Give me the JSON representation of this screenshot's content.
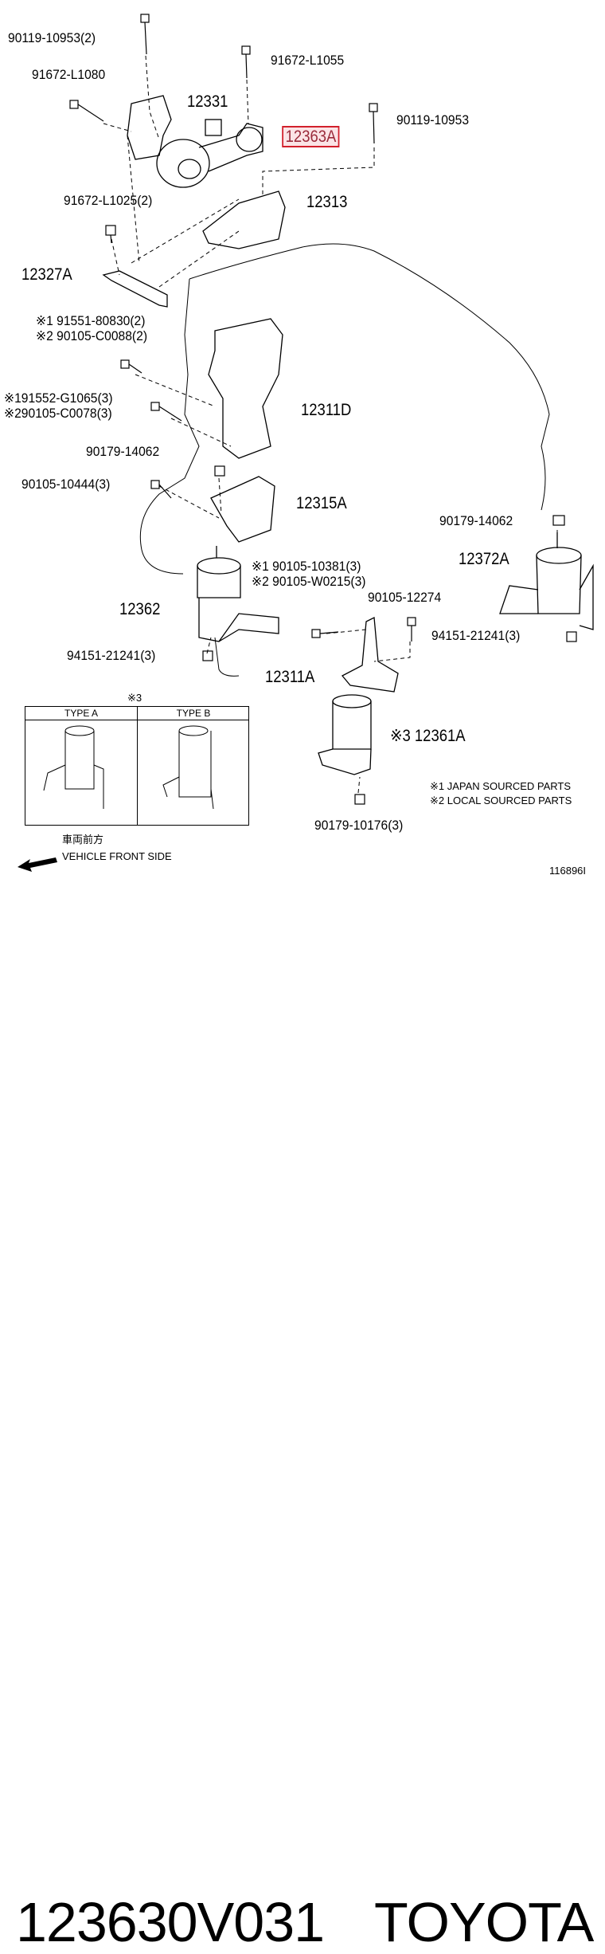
{
  "diagram": {
    "callouts": [
      {
        "id": "c1",
        "text": "90119-10953(2)"
      },
      {
        "id": "c2",
        "text": "91672-L1055"
      },
      {
        "id": "c3",
        "text": "91672-L1080"
      },
      {
        "id": "c4",
        "text": "12331"
      },
      {
        "id": "c5",
        "text": "12363A"
      },
      {
        "id": "c6",
        "text": "90119-10953"
      },
      {
        "id": "c7",
        "text": "91672-L1025(2)"
      },
      {
        "id": "c8",
        "text": "12313"
      },
      {
        "id": "c9",
        "text": "12327A"
      },
      {
        "id": "c10",
        "text": "※1 91551-80830(2)"
      },
      {
        "id": "c11",
        "text": "※2 90105-C0088(2)"
      },
      {
        "id": "c12",
        "text": "※191552-G1065(3)"
      },
      {
        "id": "c13",
        "text": "※290105-C0078(3)"
      },
      {
        "id": "c14",
        "text": "12311D"
      },
      {
        "id": "c15",
        "text": "90179-14062"
      },
      {
        "id": "c16",
        "text": "90105-10444(3)"
      },
      {
        "id": "c17",
        "text": "12315A"
      },
      {
        "id": "c18",
        "text": "90179-14062"
      },
      {
        "id": "c19",
        "text": "12372A"
      },
      {
        "id": "c20",
        "text": "※1 90105-10381(3)"
      },
      {
        "id": "c21",
        "text": "※2 90105-W0215(3)"
      },
      {
        "id": "c22",
        "text": "12362"
      },
      {
        "id": "c23",
        "text": "90105-12274"
      },
      {
        "id": "c24",
        "text": "94151-21241(3)"
      },
      {
        "id": "c25",
        "text": "94151-21241(3)"
      },
      {
        "id": "c26",
        "text": "12311A"
      },
      {
        "id": "c27",
        "text": "※3 12361A"
      },
      {
        "id": "c28",
        "text": "90179-10176(3)"
      }
    ],
    "highlighted_part": "12363A",
    "type_table": {
      "marker": "※3",
      "type_a": "TYPE A",
      "type_b": "TYPE B"
    },
    "notes": {
      "japan": "※1 JAPAN SOURCED PARTS",
      "local": "※2 LOCAL SOURCED PARTS"
    },
    "direction": {
      "jp": "車両前方",
      "en": "VEHICLE FRONT SIDE"
    },
    "ref_no": "116896I"
  },
  "footer": {
    "part_number": "123630V031",
    "brand": "TOYOTA"
  },
  "colors": {
    "highlight_border": "#d21f2b",
    "highlight_fill": "#fbe4e6"
  }
}
